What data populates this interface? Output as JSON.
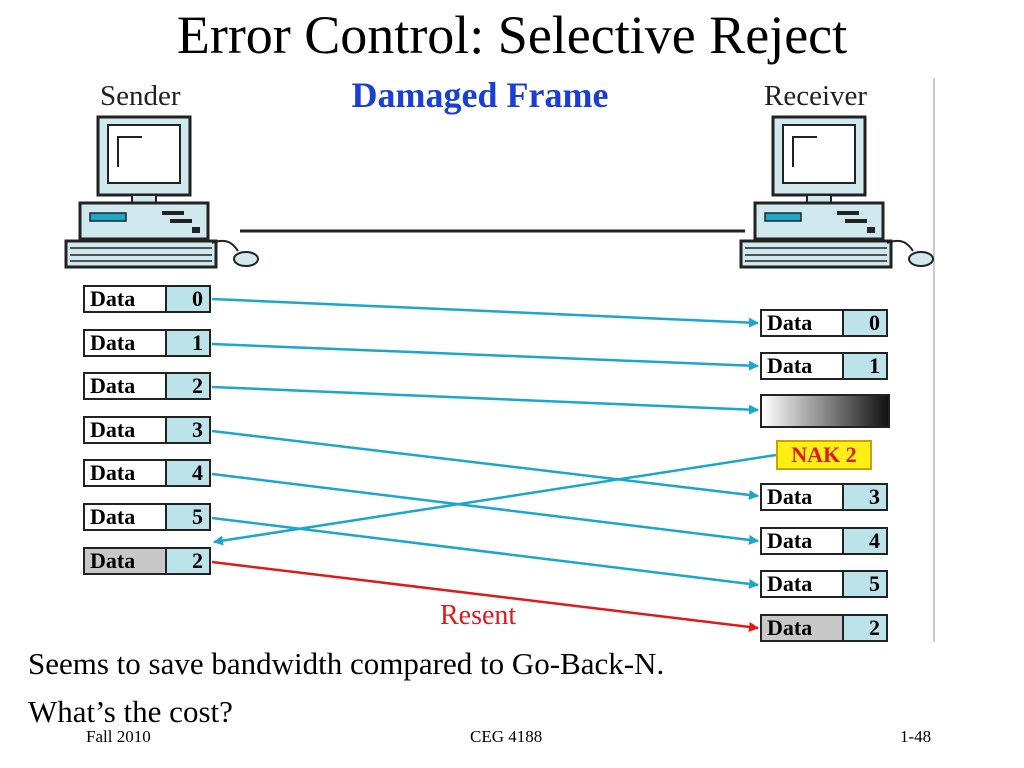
{
  "slide": {
    "title": "Error Control: Selective Reject",
    "subtitle": "Damaged Frame"
  },
  "labels": {
    "sender": "Sender",
    "receiver": "Receiver",
    "nak": "NAK 2",
    "resent": "Resent"
  },
  "sender_frames": [
    {
      "label": "Data",
      "num": "0"
    },
    {
      "label": "Data",
      "num": "1"
    },
    {
      "label": "Data",
      "num": "2"
    },
    {
      "label": "Data",
      "num": "3"
    },
    {
      "label": "Data",
      "num": "4"
    },
    {
      "label": "Data",
      "num": "5"
    },
    {
      "label": "Data",
      "num": "2"
    }
  ],
  "receiver_frames": [
    {
      "label": "Data",
      "num": "0"
    },
    {
      "label": "Data",
      "num": "1"
    },
    {
      "label": "Data",
      "num": "3"
    },
    {
      "label": "Data",
      "num": "4"
    },
    {
      "label": "Data",
      "num": "5"
    },
    {
      "label": "Data",
      "num": "2"
    }
  ],
  "caption": {
    "line1": "Seems to save bandwidth compared to Go-Back-N.",
    "line2": "What’s the cost?"
  },
  "footer": {
    "left": "Fall 2010",
    "center": "CEG 4188",
    "right": "1-48"
  },
  "colors": {
    "arrow": "#1aa7c9",
    "resent_arrow": "#e01a1a",
    "frame_number_fill": "#bde3ea",
    "nak_fill": "#ffef16"
  }
}
